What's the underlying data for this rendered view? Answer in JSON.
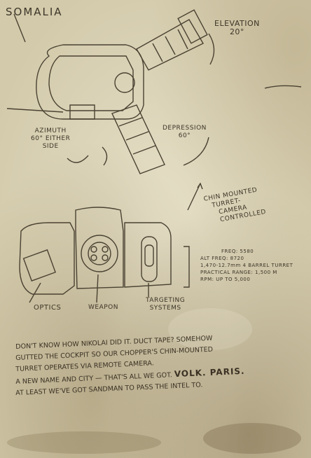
{
  "page": {
    "title": "SOMALIA",
    "elevation": {
      "label": "ELEVATION",
      "value": "20°"
    },
    "azimuth": {
      "label": "AZIMUTH",
      "line2": "60° EITHER",
      "line3": "SIDE"
    },
    "depression": {
      "label": "DEPRESSION",
      "value": "60°"
    },
    "chin_note": {
      "line1": "CHIN MOUNTED",
      "line2": "TURRET-",
      "line3": "CAMERA",
      "line4": "CONTROLLED"
    },
    "specs": [
      "FREQ: 5580",
      "ALT FREQ: 8720",
      "1,470-12.7mm 4 BARREL TURRET",
      "PRACTICAL RANGE: 1,500 M",
      "RPM: UP TO 5,000"
    ],
    "labels": {
      "optics": "OPTICS",
      "weapon": "WEAPON",
      "targeting_1": "TARGETING",
      "targeting_2": "SYSTEMS"
    },
    "note_lines": [
      "DON'T KNOW HOW NIKOLAI DID IT. DUCT TAPE? SOMEHOW",
      "GUTTED THE COCKPIT SO OUR CHOPPER'S CHIN-MOUNTED",
      "TURRET OPERATES VIA REMOTE CAMERA.",
      "A NEW NAME AND CITY — THAT'S ALL WE GOT.",
      "AT LEAST WE'VE GOT SANDMAN TO PASS THE INTEL TO."
    ],
    "highlight": "VOLK. PARIS."
  }
}
